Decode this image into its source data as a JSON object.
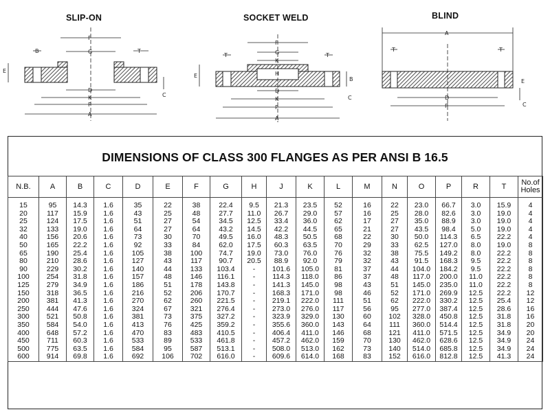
{
  "drawings": {
    "slip_on": "SLIP-ON",
    "socket_weld": "SOCKET WELD",
    "blind": "BLIND"
  },
  "dim_letters": {
    "a": "A",
    "b": "B",
    "c": "C",
    "d": "D",
    "e": "E",
    "f": "F",
    "g": "G",
    "h": "H",
    "k": "K",
    "p": "P",
    "t": "T"
  },
  "table": {
    "title": "DIMENSIONS OF CLASS 300 FLANGES AS PER ANSI B 16.5",
    "headers": [
      "N.B.",
      "A",
      "B",
      "C",
      "D",
      "E",
      "F",
      "G",
      "H",
      "J",
      "K",
      "L",
      "M",
      "N",
      "O",
      "P",
      "R",
      "T",
      "No.of Holes"
    ],
    "rows": [
      [
        "15",
        "95",
        "14.3",
        "1.6",
        "35",
        "22",
        "38",
        "22.4",
        "9.5",
        "21.3",
        "23.5",
        "52",
        "16",
        "22",
        "23.0",
        "66.7",
        "3.0",
        "15.9",
        "4"
      ],
      [
        "20",
        "117",
        "15.9",
        "1.6",
        "43",
        "25",
        "48",
        "27.7",
        "11.0",
        "26.7",
        "29.0",
        "57",
        "16",
        "25",
        "28.0",
        "82.6",
        "3.0",
        "19.0",
        "4"
      ],
      [
        "25",
        "124",
        "17.5",
        "1.6",
        "51",
        "27",
        "54",
        "34.5",
        "12.5",
        "33.4",
        "36.0",
        "62",
        "17",
        "27",
        "35.0",
        "88.9",
        "3.0",
        "19.0",
        "4"
      ],
      [
        "32",
        "133",
        "19.0",
        "1.6",
        "64",
        "27",
        "64",
        "43.2",
        "14.5",
        "42.2",
        "44.5",
        "65",
        "21",
        "27",
        "43.5",
        "98.4",
        "5.0",
        "19.0",
        "4"
      ],
      [
        "40",
        "156",
        "20.6",
        "1.6",
        "73",
        "30",
        "70",
        "49.5",
        "16.0",
        "48.3",
        "50.5",
        "68",
        "22",
        "30",
        "50.0",
        "114.3",
        "6.5",
        "22.2",
        "4"
      ],
      [
        "50",
        "165",
        "22.2",
        "1.6",
        "92",
        "33",
        "84",
        "62.0",
        "17.5",
        "60.3",
        "63.5",
        "70",
        "29",
        "33",
        "62.5",
        "127.0",
        "8.0",
        "19.0",
        "8"
      ],
      [
        "65",
        "190",
        "25.4",
        "1.6",
        "105",
        "38",
        "100",
        "74.7",
        "19.0",
        "73.0",
        "76.0",
        "76",
        "32",
        "38",
        "75.5",
        "149.2",
        "8.0",
        "22.2",
        "8"
      ],
      [
        "80",
        "210",
        "28.6",
        "1.6",
        "127",
        "43",
        "117",
        "90.7",
        "20.5",
        "88.9",
        "92.0",
        "79",
        "32",
        "43",
        "91.5",
        "168.3",
        "9.5",
        "22.2",
        "8"
      ],
      [
        "90",
        "229",
        "30.2",
        "1.6",
        "140",
        "44",
        "133",
        "103.4",
        "-",
        "101.6",
        "105.0",
        "81",
        "37",
        "44",
        "104.0",
        "184.2",
        "9.5",
        "22.2",
        "8"
      ],
      [
        "100",
        "254",
        "31.8",
        "1.6",
        "157",
        "48",
        "146",
        "116.1",
        "-",
        "114.3",
        "118.0",
        "86",
        "37",
        "48",
        "117.0",
        "200.0",
        "11.0",
        "22.2",
        "8"
      ],
      [
        "125",
        "279",
        "34.9",
        "1.6",
        "186",
        "51",
        "178",
        "143.8",
        "-",
        "141.3",
        "145.0",
        "98",
        "43",
        "51",
        "145.0",
        "235.0",
        "11.0",
        "22.2",
        "8"
      ],
      [
        "150",
        "318",
        "36.5",
        "1.6",
        "216",
        "52",
        "206",
        "170.7",
        "-",
        "168.3",
        "171.0",
        "98",
        "46",
        "52",
        "171.0",
        "269.9",
        "12.5",
        "22.2",
        "12"
      ],
      [
        "200",
        "381",
        "41.3",
        "1.6",
        "270",
        "62",
        "260",
        "221.5",
        "-",
        "219.1",
        "222.0",
        "111",
        "51",
        "62",
        "222.0",
        "330.2",
        "12.5",
        "25.4",
        "12"
      ],
      [
        "250",
        "444",
        "47.6",
        "1.6",
        "324",
        "67",
        "321",
        "276.4",
        "-",
        "273.0",
        "276.0",
        "117",
        "56",
        "95",
        "277.0",
        "387.4",
        "12.5",
        "28.6",
        "16"
      ],
      [
        "300",
        "521",
        "50.8",
        "1.6",
        "381",
        "73",
        "375",
        "327.2",
        "-",
        "323.9",
        "329.0",
        "130",
        "60",
        "102",
        "328.0",
        "450.8",
        "12.5",
        "31.8",
        "16"
      ],
      [
        "350",
        "584",
        "54.0",
        "1.6",
        "413",
        "76",
        "425",
        "359.2",
        "-",
        "355.6",
        "360.0",
        "143",
        "64",
        "111",
        "360.0",
        "514.4",
        "12.5",
        "31.8",
        "20"
      ],
      [
        "400",
        "648",
        "57.2",
        "1.6",
        "470",
        "83",
        "483",
        "410.5",
        "-",
        "406.4",
        "411.0",
        "146",
        "68",
        "121",
        "411.0",
        "571.5",
        "12.5",
        "34.9",
        "20"
      ],
      [
        "450",
        "711",
        "60.3",
        "1.6",
        "533",
        "89",
        "533",
        "461.8",
        "-",
        "457.2",
        "462.0",
        "159",
        "70",
        "130",
        "462.0",
        "628.6",
        "12.5",
        "34.9",
        "24"
      ],
      [
        "500",
        "775",
        "63.5",
        "1.6",
        "584",
        "95",
        "587",
        "513.1",
        "-",
        "508.0",
        "513.0",
        "162",
        "73",
        "140",
        "514.0",
        "685.8",
        "12.5",
        "34.9",
        "24"
      ],
      [
        "600",
        "914",
        "69.8",
        "1.6",
        "692",
        "106",
        "702",
        "616.0",
        "-",
        "609.6",
        "614.0",
        "168",
        "83",
        "152",
        "616.0",
        "812.8",
        "12.5",
        "41.3",
        "24"
      ]
    ]
  }
}
